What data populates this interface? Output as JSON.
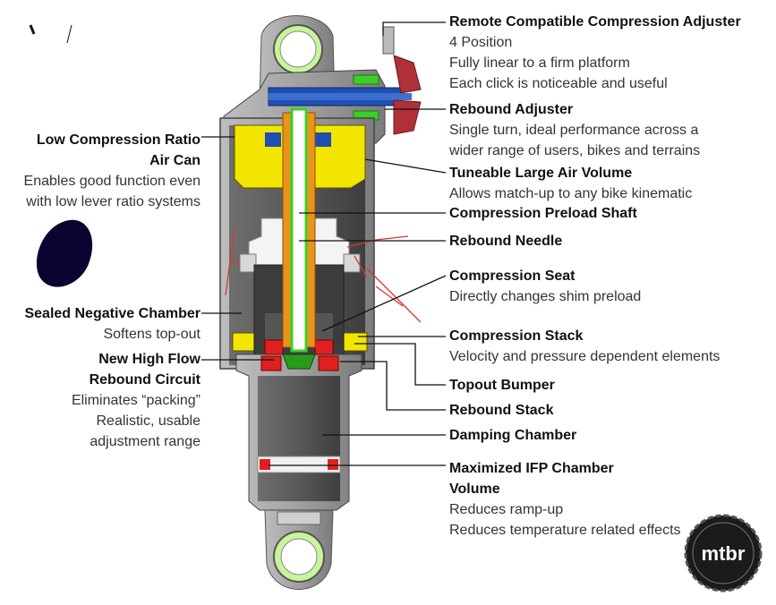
{
  "left_labels": [
    {
      "id": "low-compression-air-can",
      "title_lines": [
        "Low Compression Ratio",
        "Air Can"
      ],
      "desc_lines": [
        "Enables good function even",
        "with low lever ratio systems"
      ]
    },
    {
      "id": "sealed-negative-chamber",
      "title_lines": [
        "Sealed Negative Chamber"
      ],
      "desc_lines": [
        "Softens top-out"
      ]
    },
    {
      "id": "new-high-flow-rebound-circuit",
      "title_lines": [
        "New High Flow",
        "Rebound Circuit"
      ],
      "desc_lines": [
        "Eliminates “packing”",
        "Realistic, usable",
        "adjustment range"
      ]
    }
  ],
  "right_labels": [
    {
      "id": "remote-compression-adjuster",
      "title_lines": [
        "Remote Compatible Compression Adjuster"
      ],
      "desc_lines": [
        "4 Position",
        "Fully linear to a firm platform",
        "Each click is noticeable and useful"
      ]
    },
    {
      "id": "rebound-adjuster",
      "title_lines": [
        "Rebound Adjuster"
      ],
      "desc_lines": [
        "Single turn, ideal performance across a",
        "wider range of users, bikes and terrains"
      ]
    },
    {
      "id": "tuneable-air-volume",
      "title_lines": [
        "Tuneable Large Air Volume"
      ],
      "desc_lines": [
        "Allows match-up to any bike kinematic"
      ]
    },
    {
      "id": "compression-preload-shaft",
      "title_lines": [
        "Compression Preload Shaft"
      ],
      "desc_lines": []
    },
    {
      "id": "rebound-needle",
      "title_lines": [
        "Rebound Needle"
      ],
      "desc_lines": []
    },
    {
      "id": "compression-seat",
      "title_lines": [
        "Compression Seat"
      ],
      "desc_lines": [
        "Directly changes shim preload"
      ]
    },
    {
      "id": "compression-stack",
      "title_lines": [
        "Compression Stack"
      ],
      "desc_lines": [
        "Velocity and pressure dependent elements"
      ]
    },
    {
      "id": "topout-bumper",
      "title_lines": [
        "Topout Bumper"
      ],
      "desc_lines": []
    },
    {
      "id": "rebound-stack",
      "title_lines": [
        "Rebound Stack"
      ],
      "desc_lines": []
    },
    {
      "id": "damping-chamber",
      "title_lines": [
        "Damping Chamber"
      ],
      "desc_lines": []
    },
    {
      "id": "ifp-chamber",
      "title_lines": [
        "Maximized IFP Chamber",
        "Volume"
      ],
      "desc_lines": [
        "Reduces ramp-up",
        "Reduces temperature related effects"
      ]
    }
  ],
  "logo": {
    "text": "mtbr"
  },
  "colors": {
    "body_gray": "#9a9a9a",
    "dark_gray": "#4a4a4a",
    "yellow": "#f2e600",
    "red": "#e0201e",
    "orange": "#e8941a",
    "green": "#3ccf2a",
    "blue": "#1e4fb4",
    "eyelet_green": "#c8f59a",
    "maroon": "#b0303a"
  }
}
